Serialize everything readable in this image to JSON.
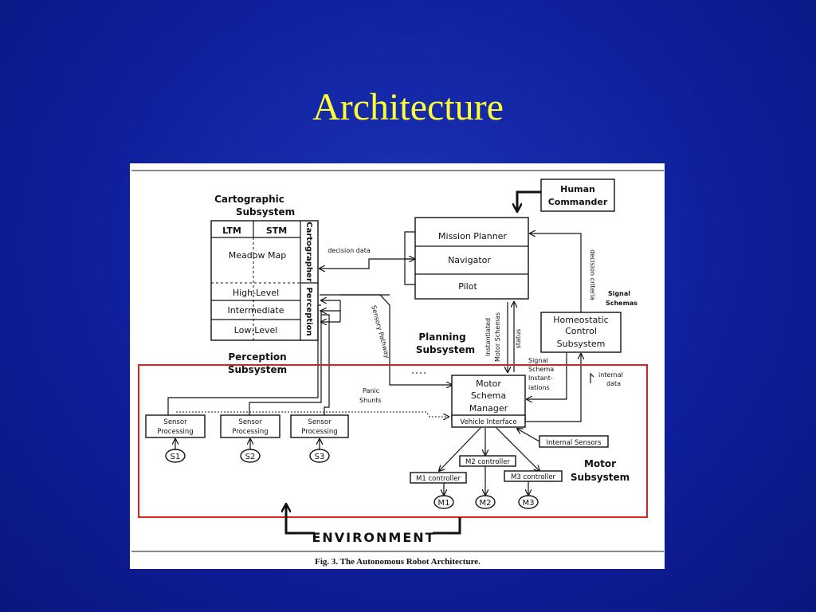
{
  "slide": {
    "title": "Architecture"
  },
  "figure": {
    "caption": "Fig. 3. The Autonomous Robot Architecture.",
    "cartographic": {
      "title_line1": "Cartographic",
      "title_line2": "Subsystem",
      "ltm": "LTM",
      "stm": "STM",
      "meadow_map": "Meadow Map",
      "cartographer": "Cartographer",
      "perception": "Perception",
      "high_level": "High-Level",
      "intermediate": "Intermediate",
      "low_level": "Low-Level"
    },
    "perception_subsystem": {
      "line1": "Perception",
      "line2": "Subsystem"
    },
    "human_commander": {
      "line1": "Human",
      "line2": "Commander"
    },
    "planning": {
      "mission_planner": "Mission Planner",
      "navigator": "Navigator",
      "pilot": "Pilot",
      "label_line1": "Planning",
      "label_line2": "Subsystem"
    },
    "homeostatic": {
      "line1": "Homeostatic",
      "line2": "Control",
      "line3": "Subsystem"
    },
    "signal_schemas": {
      "line1": "Signal",
      "line2": "Schemas"
    },
    "decision_criteria": "decision criteria",
    "decision_data": "decision data",
    "sensory_pathway": "Sensory Pathway",
    "instantiated_motor_schemas": {
      "line1": "Instantiated",
      "line2": "Motor Schemas"
    },
    "status": "status",
    "signal_schema_instantiations": {
      "line1": "Signal",
      "line2": "Schema",
      "line3": "Instant-",
      "line4": "iations"
    },
    "internal_data": {
      "line1": "internal",
      "line2": "data"
    },
    "panic_shunts": {
      "line1": "Panic",
      "line2": "Shunts"
    },
    "motor_schema_manager": {
      "line1": "Motor",
      "line2": "Schema",
      "line3": "Manager"
    },
    "vehicle_interface": "Vehicle Interface",
    "internal_sensors": "Internal Sensors",
    "sensor_processing": {
      "line1": "Sensor",
      "line2": "Processing"
    },
    "sensors": [
      "S1",
      "S2",
      "S3"
    ],
    "controllers": {
      "m1": "M1 controller",
      "m2": "M2 controller",
      "m3": "M3 controller"
    },
    "motors": [
      "M1",
      "M2",
      "M3"
    ],
    "motor_subsystem": {
      "line1": "Motor",
      "line2": "Subsystem"
    },
    "environment": "ENVIRONMENT"
  },
  "colors": {
    "background": "#1228a8",
    "title": "#ffff33",
    "highlight_box": "#e02020"
  }
}
